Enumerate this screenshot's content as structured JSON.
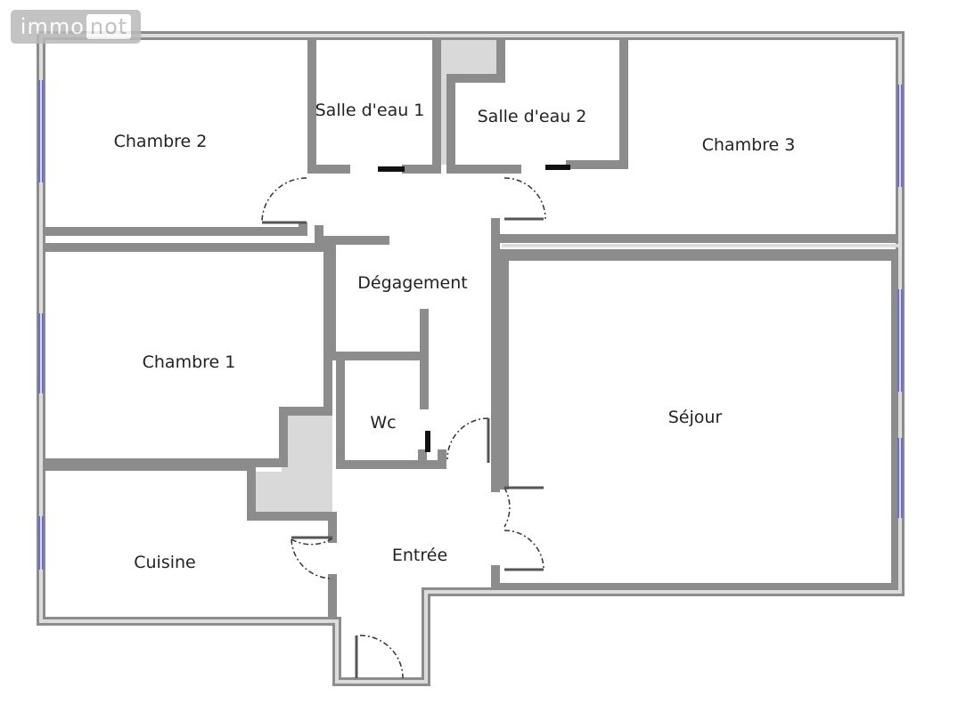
{
  "logo": {
    "part1": "immo",
    "part2": "not"
  },
  "colors": {
    "wall": "#8c8c8c",
    "wall_inner": "#d3d3d3",
    "window": "#6b6bd6",
    "door_arc": "#333333",
    "fill_zone": "#d9d9d9"
  },
  "rooms": {
    "chambre2": "Chambre 2",
    "salle_eau_1": "Salle d'eau 1",
    "salle_eau_2": "Salle d'eau 2",
    "chambre3": "Chambre 3",
    "degagement": "Dégagement",
    "chambre1": "Chambre 1",
    "wc": "Wc",
    "sejour": "Séjour",
    "cuisine": "Cuisine",
    "entree": "Entrée"
  }
}
